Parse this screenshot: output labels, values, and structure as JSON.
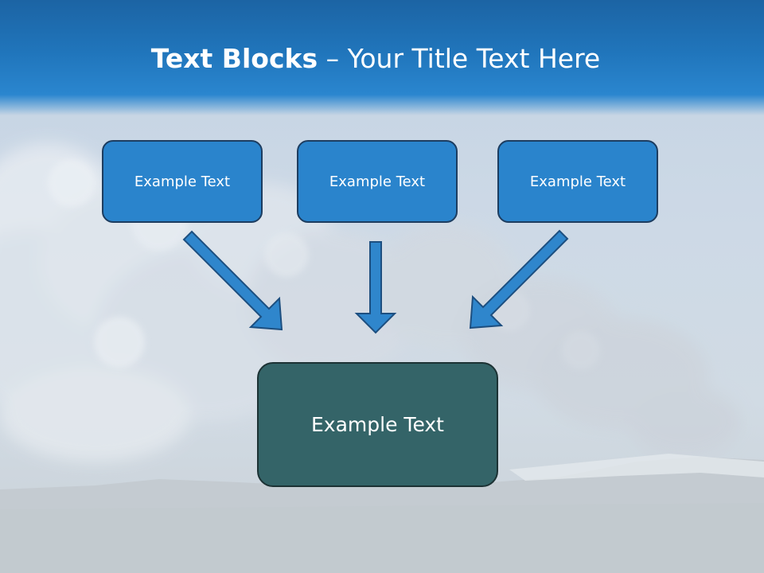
{
  "slide": {
    "title_bold": "Text Blocks",
    "title_dash": " – ",
    "title_rest": "Your Title Text Here"
  },
  "blocks": {
    "top_left": "Example Text",
    "top_center": "Example Text",
    "top_right": "Example Text",
    "bottom": "Example Text"
  },
  "colors": {
    "title_band": "#2075bb",
    "box_fill": "#2a84cc",
    "box_border": "#1d3d60",
    "bottom_box_fill": "#346468",
    "arrow_fill": "#2f86cc"
  }
}
